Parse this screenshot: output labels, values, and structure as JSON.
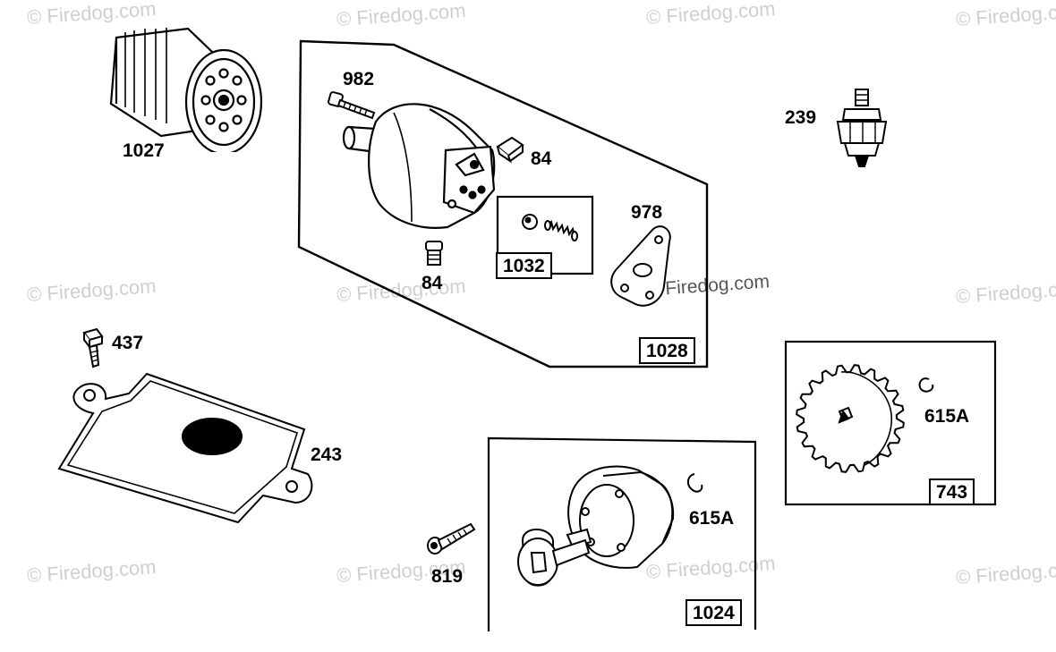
{
  "watermark": "© Firedog.com",
  "parts": {
    "oil_filter": "1027",
    "screw_982": "982",
    "plug_84_top": "84",
    "plug_84_bottom": "84",
    "gasket_978": "978",
    "ball_spring_kit": "1032",
    "pump_assembly": "1028",
    "switch_239": "239",
    "screw_437": "437",
    "gasket_243": "243",
    "gear_kit": "743",
    "ring_615a_gear": "615A",
    "screw_819": "819",
    "ring_615a_rotor": "615A",
    "rotor_kit": "1024"
  },
  "colors": {
    "line": "#000000",
    "watermark": "#cfcfcf",
    "background": "#ffffff"
  }
}
